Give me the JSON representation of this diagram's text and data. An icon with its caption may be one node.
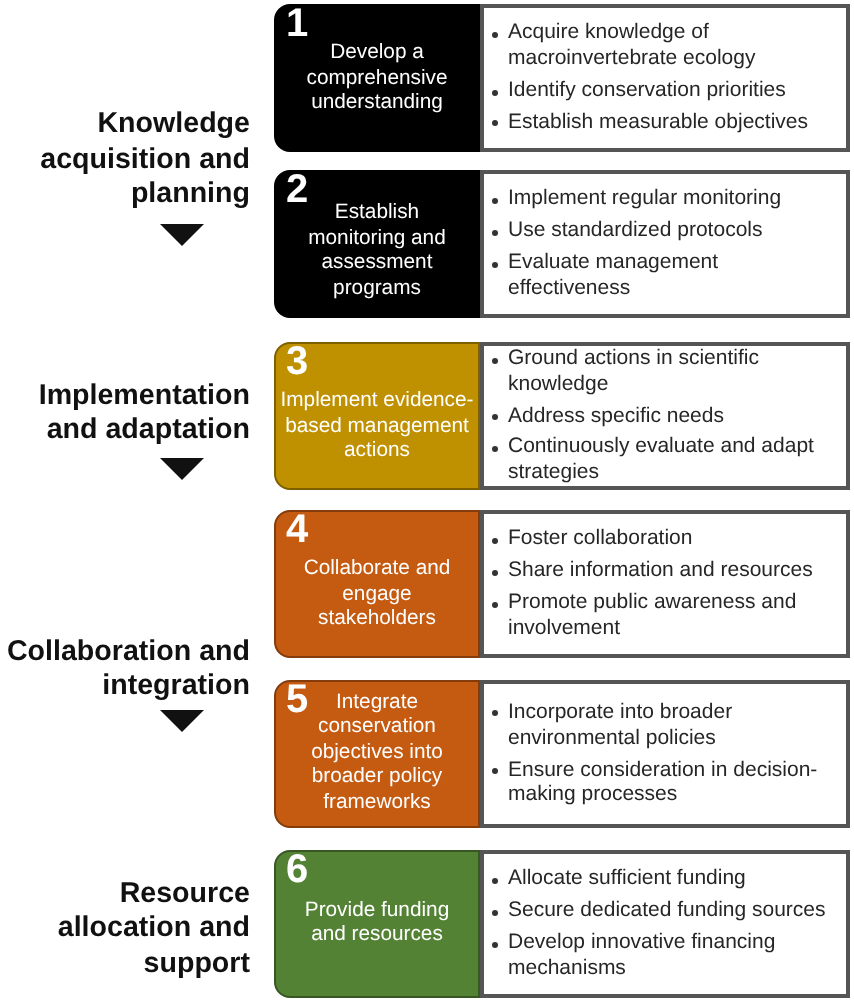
{
  "diagram": {
    "nodes": [
      {
        "text": [
          "Knowledge acquisition and planning"
        ]
      },
      {
        "text": [
          "1",
          "Develop a comprehensive understanding"
        ]
      },
      {
        "text": [
          "Acquire knowledge of macroinvertebrate ecology",
          "Identify conservation priorities",
          "Establish measurable objectives"
        ]
      },
      {
        "text": [
          "2",
          "Establish monitoring and assessment programs"
        ]
      },
      {
        "text": [
          "Implement regular monitoring",
          "Use standardized protocols",
          "Evaluate management effectiveness"
        ]
      },
      {
        "text": [
          "Implementation and adaptation"
        ]
      },
      {
        "text": [
          "3",
          "Implement evidence-based management actions"
        ]
      },
      {
        "text": [
          "Ground actions in scientific knowledge",
          "Address specific needs",
          "Continuously evaluate and adapt strategies"
        ]
      },
      {
        "text": [
          "Collaboration and integration"
        ]
      },
      {
        "text": [
          "4",
          "Collaborate and engage stakeholders"
        ]
      },
      {
        "text": [
          "Foster collaboration",
          "Share information and resources",
          "Promote public awareness and involvement"
        ]
      },
      {
        "text": [
          "5",
          "Integrate conservation objectives into broader policy frameworks"
        ]
      },
      {
        "text": [
          "Incorporate into broader environmental policies",
          "Ensure consideration in decision-making processes"
        ]
      },
      {
        "text": [
          "Resource allocation and support"
        ]
      },
      {
        "text": [
          "6",
          "Provide funding and resources"
        ]
      },
      {
        "text": [
          "Allocate sufficient funding",
          "Secure dedicated funding sources",
          "Develop innovative financing mechanisms"
        ]
      }
    ]
  }
}
